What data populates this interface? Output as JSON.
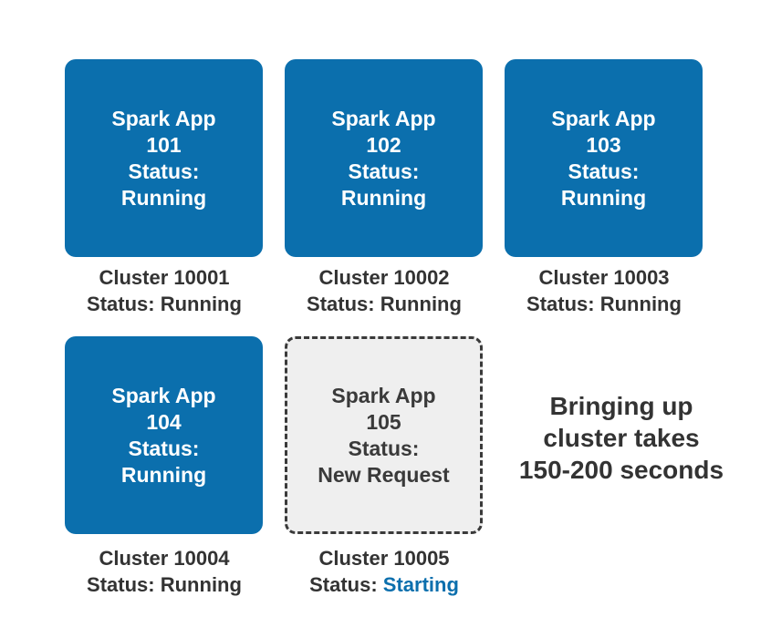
{
  "colors": {
    "running_card": "#0b6fad",
    "pending_card": "#efefef",
    "text_dark": "#333333",
    "accent": "#0b6fad"
  },
  "apps": [
    {
      "title": "Spark App",
      "id": "101",
      "status_label": "Status:",
      "status": "Running"
    },
    {
      "title": "Spark App",
      "id": "102",
      "status_label": "Status:",
      "status": "Running"
    },
    {
      "title": "Spark App",
      "id": "103",
      "status_label": "Status:",
      "status": "Running"
    },
    {
      "title": "Spark App",
      "id": "104",
      "status_label": "Status:",
      "status": "Running"
    },
    {
      "title": "Spark App",
      "id": "105",
      "status_label": "Status:",
      "status": "New Request"
    }
  ],
  "clusters": [
    {
      "name": "Cluster 10001",
      "status_prefix": "Status:",
      "status": "Running"
    },
    {
      "name": "Cluster 10002",
      "status_prefix": "Status:",
      "status": "Running"
    },
    {
      "name": "Cluster 10003",
      "status_prefix": "Status:",
      "status": "Running"
    },
    {
      "name": "Cluster 10004",
      "status_prefix": "Status:",
      "status": "Running"
    },
    {
      "name": "Cluster 10005",
      "status_prefix": "Status:",
      "status": "Starting"
    }
  ],
  "note": {
    "line1": "Bringing up",
    "line2": "cluster takes",
    "line3": "150-200 seconds"
  }
}
